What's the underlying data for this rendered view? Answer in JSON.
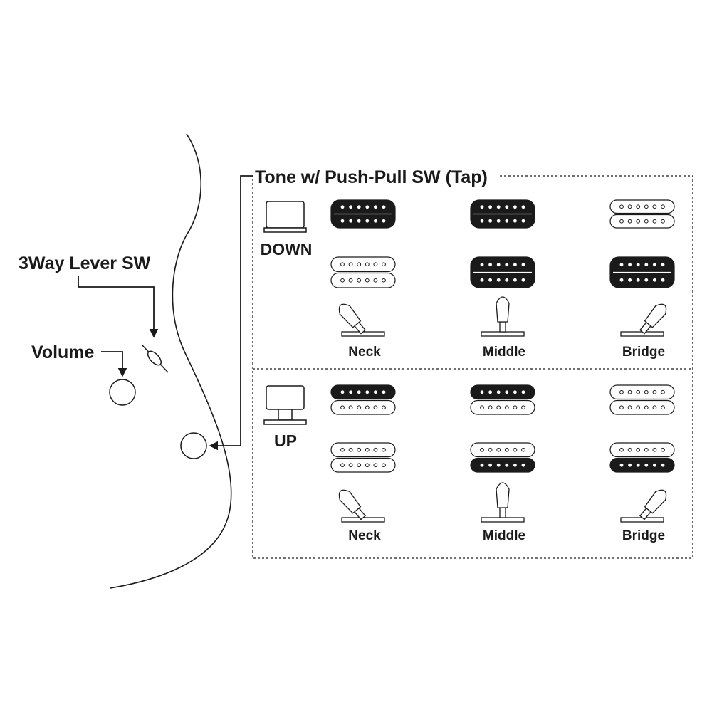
{
  "labels": {
    "tone_title": "Tone w/ Push-Pull SW (Tap)",
    "lever_switch": "3Way Lever SW",
    "volume": "Volume",
    "down": "DOWN",
    "up": "UP"
  },
  "positions": [
    "Neck",
    "Middle",
    "Bridge"
  ],
  "modes": [
    {
      "name": "DOWN",
      "columns": [
        {
          "position": "Neck",
          "top_pickup": "full-black",
          "bottom_pickup": "outline",
          "lever": "left"
        },
        {
          "position": "Middle",
          "top_pickup": "full-black",
          "bottom_pickup": "full-black",
          "lever": "center"
        },
        {
          "position": "Bridge",
          "top_pickup": "outline",
          "bottom_pickup": "full-black",
          "lever": "right"
        }
      ]
    },
    {
      "name": "UP",
      "columns": [
        {
          "position": "Neck",
          "top_pickup": "top-coil-black",
          "bottom_pickup": "outline",
          "lever": "left"
        },
        {
          "position": "Middle",
          "top_pickup": "top-coil-black",
          "bottom_pickup": "bottom-coil-black",
          "lever": "center"
        },
        {
          "position": "Bridge",
          "top_pickup": "outline",
          "bottom_pickup": "bottom-coil-black",
          "lever": "right"
        }
      ]
    }
  ],
  "colors": {
    "ink": "#1a1a1a",
    "background": "#ffffff"
  }
}
